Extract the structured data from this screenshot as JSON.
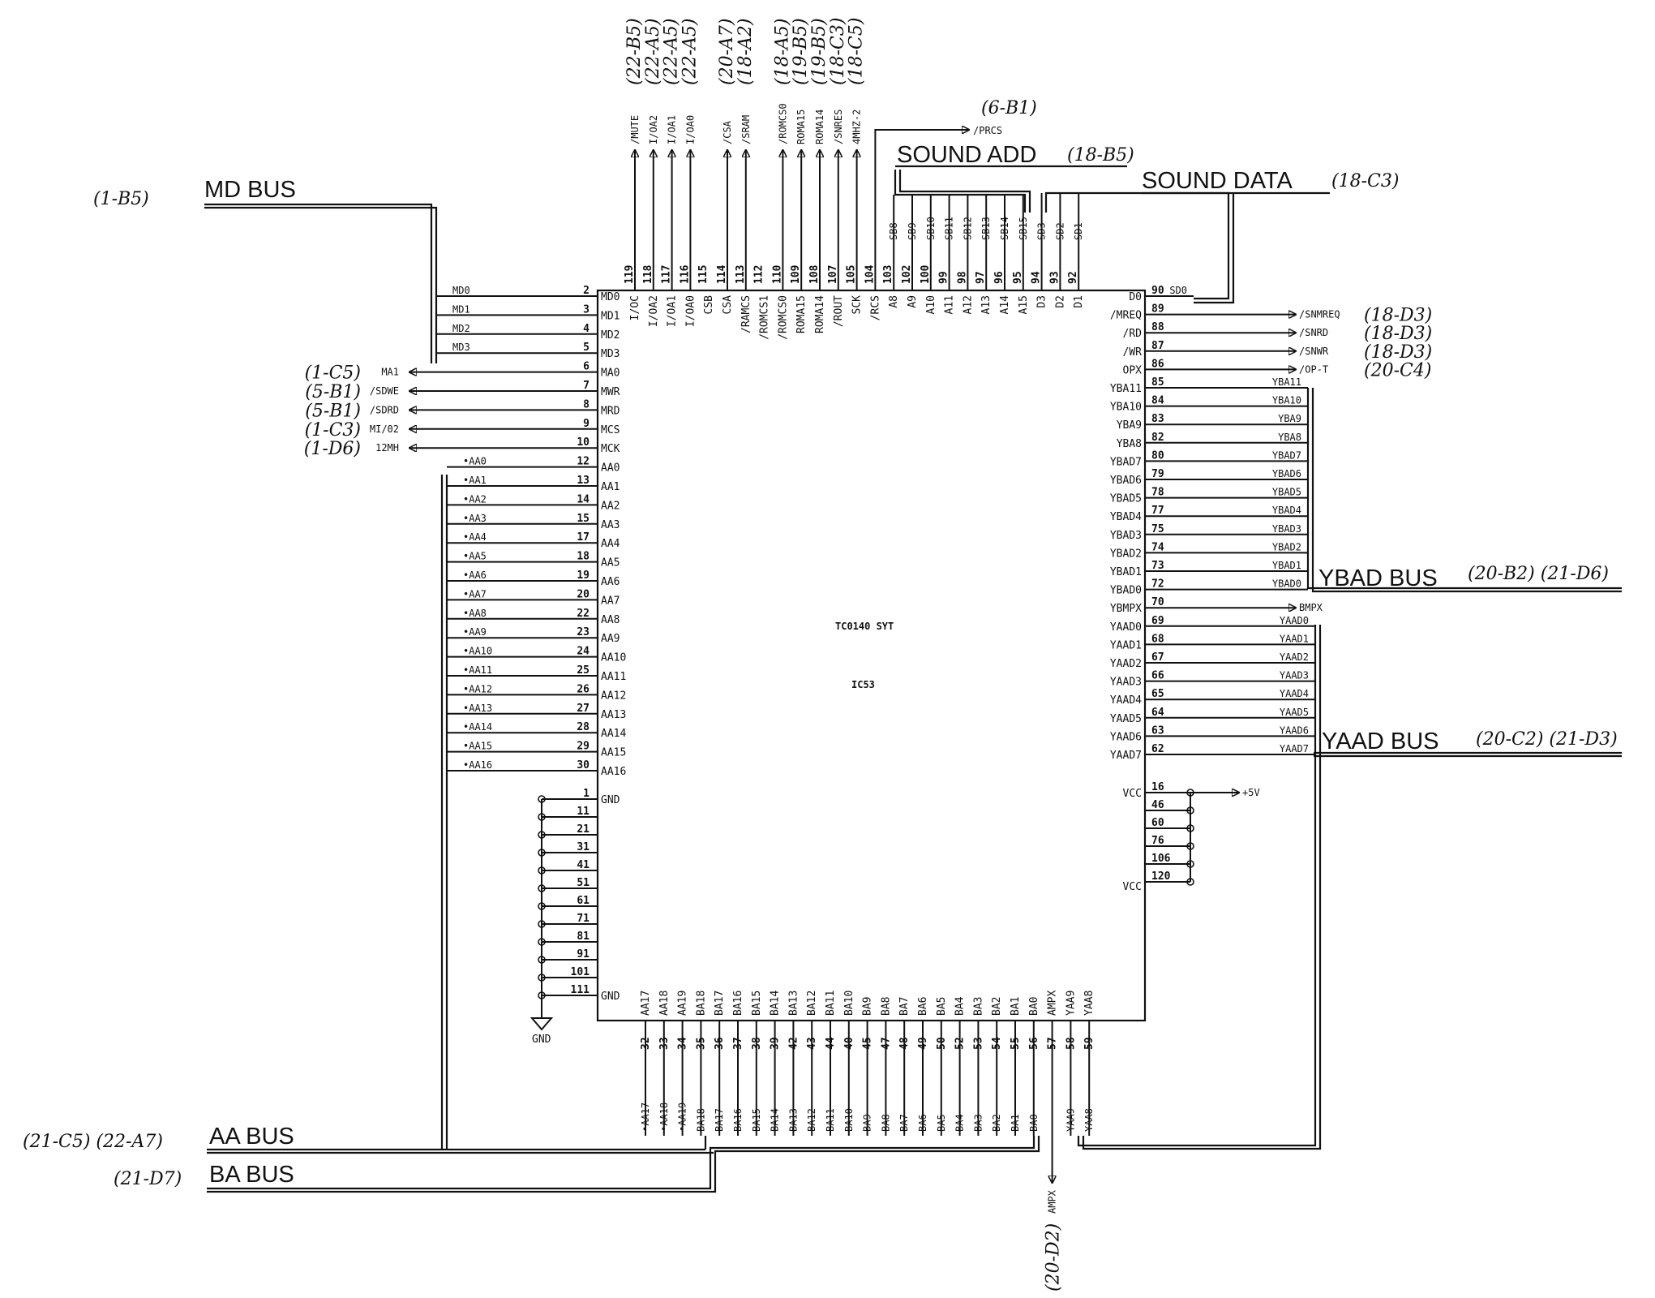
{
  "chip": {
    "part": "TC0140 SYT",
    "ref": "IC53"
  },
  "buses": {
    "md": {
      "name": "MD BUS",
      "ref": "(1-B5)"
    },
    "sound_add": {
      "name": "SOUND ADD",
      "ref": "(18-B5)"
    },
    "sound_data": {
      "name": "SOUND DATA",
      "ref": "(18-C3)"
    },
    "ybad": {
      "name": "YBAD BUS",
      "ref": "(20-B2) (21-D6)"
    },
    "yaad": {
      "name": "YAAD BUS",
      "ref": "(20-C2) (21-D3)"
    },
    "aa": {
      "name": "AA BUS",
      "ref": "(21-C5) (22-A7)"
    },
    "ba": {
      "name": "BA BUS",
      "ref": "(21-D7)"
    }
  },
  "left_pins": [
    {
      "num": "2",
      "name": "MD0",
      "sig": "MD0"
    },
    {
      "num": "3",
      "name": "MD1",
      "sig": "MD1"
    },
    {
      "num": "4",
      "name": "MD2",
      "sig": "MD2"
    },
    {
      "num": "5",
      "name": "MD3",
      "sig": "MD3"
    },
    {
      "num": "6",
      "name": "MA0",
      "sig": "MA1",
      "out": true,
      "ref": "(1-C5)"
    },
    {
      "num": "7",
      "name": "MWR",
      "sig": "/SDWE",
      "out": true,
      "ref": "(5-B1)"
    },
    {
      "num": "8",
      "name": "MRD",
      "sig": "/SDRD",
      "out": true,
      "ref": "(5-B1)"
    },
    {
      "num": "9",
      "name": "MCS",
      "sig": "MI/02",
      "out": true,
      "ref": "(1-C3)"
    },
    {
      "num": "10",
      "name": "MCK",
      "sig": "12MH",
      "out": true,
      "ref": "(1-D6)"
    },
    {
      "num": "12",
      "name": "AA0",
      "sig": "•AA0"
    },
    {
      "num": "13",
      "name": "AA1",
      "sig": "•AA1"
    },
    {
      "num": "14",
      "name": "AA2",
      "sig": "•AA2"
    },
    {
      "num": "15",
      "name": "AA3",
      "sig": "•AA3"
    },
    {
      "num": "17",
      "name": "AA4",
      "sig": "•AA4"
    },
    {
      "num": "18",
      "name": "AA5",
      "sig": "•AA5"
    },
    {
      "num": "19",
      "name": "AA6",
      "sig": "•AA6"
    },
    {
      "num": "20",
      "name": "AA7",
      "sig": "•AA7"
    },
    {
      "num": "22",
      "name": "AA8",
      "sig": "•AA8"
    },
    {
      "num": "23",
      "name": "AA9",
      "sig": "•AA9"
    },
    {
      "num": "24",
      "name": "AA10",
      "sig": "•AA10"
    },
    {
      "num": "25",
      "name": "AA11",
      "sig": "•AA11"
    },
    {
      "num": "26",
      "name": "AA12",
      "sig": "•AA12"
    },
    {
      "num": "27",
      "name": "AA13",
      "sig": "•AA13"
    },
    {
      "num": "28",
      "name": "AA14",
      "sig": "•AA14"
    },
    {
      "num": "29",
      "name": "AA15",
      "sig": "•AA15"
    },
    {
      "num": "30",
      "name": "AA16",
      "sig": "•AA16"
    }
  ],
  "gnd_pins": [
    "1",
    "11",
    "21",
    "31",
    "41",
    "51",
    "61",
    "71",
    "81",
    "91",
    "101",
    "111"
  ],
  "gnd_label": "GND",
  "top_pins": [
    {
      "num": "119",
      "name": "I/OC",
      "sig": "/MUTE",
      "ref": "(22-B5)"
    },
    {
      "num": "118",
      "name": "I/OA2",
      "sig": "I/OA2",
      "ref": "(22-A5)"
    },
    {
      "num": "117",
      "name": "I/OA1",
      "sig": "I/OA1",
      "ref": "(22-A5)"
    },
    {
      "num": "116",
      "name": "I/OA0",
      "sig": "I/OA0",
      "ref": "(22-A5)"
    },
    {
      "num": "115",
      "name": "CSB"
    },
    {
      "num": "114",
      "name": "CSA",
      "sig": "/CSA",
      "ref": "(20-A7)"
    },
    {
      "num": "113",
      "name": "/RAMCS",
      "sig": "/SRAM",
      "ref": "(18-A2)"
    },
    {
      "num": "112",
      "name": "/ROMCS1"
    },
    {
      "num": "110",
      "name": "/ROMCS0",
      "sig": "/ROMCS0",
      "ref": "(18-A5)"
    },
    {
      "num": "109",
      "name": "ROMA15",
      "sig": "ROMA15",
      "ref": "(19-B5)"
    },
    {
      "num": "108",
      "name": "ROMA14",
      "sig": "ROMA14",
      "ref": "(19-B5)"
    },
    {
      "num": "107",
      "name": "/ROUT",
      "sig": "/SNRES",
      "ref": "(18-C3)"
    },
    {
      "num": "105",
      "name": "SCK",
      "sig": "4MHZ-2",
      "ref": "(18-C5)"
    },
    {
      "num": "104",
      "name": "/RCS",
      "sig": "/PRCS",
      "ref": "(6-B1)"
    },
    {
      "num": "103",
      "name": "A8",
      "sig": "SB8"
    },
    {
      "num": "102",
      "name": "A9",
      "sig": "SB9"
    },
    {
      "num": "100",
      "name": "A10",
      "sig": "SB10"
    },
    {
      "num": "99",
      "name": "A11",
      "sig": "SB11"
    },
    {
      "num": "98",
      "name": "A12",
      "sig": "SB12"
    },
    {
      "num": "97",
      "name": "A13",
      "sig": "SB13"
    },
    {
      "num": "96",
      "name": "A14",
      "sig": "SB14"
    },
    {
      "num": "95",
      "name": "A15",
      "sig": "SB15"
    },
    {
      "num": "94",
      "name": "D3",
      "sig": "SD3"
    },
    {
      "num": "93",
      "name": "D2",
      "sig": "SD2"
    },
    {
      "num": "92",
      "name": "D1",
      "sig": "SD1"
    }
  ],
  "right_pins": [
    {
      "num": "90",
      "name": "D0",
      "sig": "SD0"
    },
    {
      "num": "89",
      "name": "/MREQ",
      "sig": "/SNMREQ",
      "out": true,
      "ref": "(18-D3)"
    },
    {
      "num": "88",
      "name": "/RD",
      "sig": "/SNRD",
      "out": true,
      "ref": "(18-D3)"
    },
    {
      "num": "87",
      "name": "/WR",
      "sig": "/SNWR",
      "out": true,
      "ref": "(18-D3)"
    },
    {
      "num": "86",
      "name": "OPX",
      "sig": "/OP-T",
      "out": true,
      "ref": "(20-C4)"
    },
    {
      "num": "85",
      "name": "YBA11",
      "sig": "YBA11"
    },
    {
      "num": "84",
      "name": "YBA10",
      "sig": "YBA10"
    },
    {
      "num": "83",
      "name": "YBA9",
      "sig": "YBA9"
    },
    {
      "num": "82",
      "name": "YBA8",
      "sig": "YBA8"
    },
    {
      "num": "80",
      "name": "YBAD7",
      "sig": "YBAD7"
    },
    {
      "num": "79",
      "name": "YBAD6",
      "sig": "YBAD6"
    },
    {
      "num": "78",
      "name": "YBAD5",
      "sig": "YBAD5"
    },
    {
      "num": "77",
      "name": "YBAD4",
      "sig": "YBAD4"
    },
    {
      "num": "75",
      "name": "YBAD3",
      "sig": "YBAD3"
    },
    {
      "num": "74",
      "name": "YBAD2",
      "sig": "YBAD2"
    },
    {
      "num": "73",
      "name": "YBAD1",
      "sig": "YBAD1"
    },
    {
      "num": "72",
      "name": "YBAD0",
      "sig": "YBAD0"
    },
    {
      "num": "70",
      "name": "YBMPX",
      "sig": "BMPX",
      "out": true
    },
    {
      "num": "69",
      "name": "YAAD0",
      "sig": "YAAD0"
    },
    {
      "num": "68",
      "name": "YAAD1",
      "sig": "YAAD1"
    },
    {
      "num": "67",
      "name": "YAAD2",
      "sig": "YAAD2"
    },
    {
      "num": "66",
      "name": "YAAD3",
      "sig": "YAAD3"
    },
    {
      "num": "65",
      "name": "YAAD4",
      "sig": "YAAD4"
    },
    {
      "num": "64",
      "name": "YAAD5",
      "sig": "YAAD5"
    },
    {
      "num": "63",
      "name": "YAAD6",
      "sig": "YAAD6"
    },
    {
      "num": "62",
      "name": "YAAD7",
      "sig": "YAAD7"
    }
  ],
  "vcc": {
    "label": "VCC",
    "supply": "+5V",
    "pins": [
      "16",
      "46",
      "60",
      "76",
      "106",
      "120"
    ]
  },
  "bottom_pins": [
    {
      "num": "32",
      "name": "AA17",
      "sig": "•AA17"
    },
    {
      "num": "33",
      "name": "AA18",
      "sig": "•AA18"
    },
    {
      "num": "34",
      "name": "AA19",
      "sig": "•AA19"
    },
    {
      "num": "35",
      "name": "BA18",
      "sig": "BA18"
    },
    {
      "num": "36",
      "name": "BA17",
      "sig": "BA17"
    },
    {
      "num": "37",
      "name": "BA16",
      "sig": "BA16"
    },
    {
      "num": "38",
      "name": "BA15",
      "sig": "BA15"
    },
    {
      "num": "39",
      "name": "BA14",
      "sig": "BA14"
    },
    {
      "num": "42",
      "name": "BA13",
      "sig": "BA13"
    },
    {
      "num": "43",
      "name": "BA12",
      "sig": "BA12"
    },
    {
      "num": "44",
      "name": "BA11",
      "sig": "BA11"
    },
    {
      "num": "40",
      "name": "BA10",
      "sig": "BA10"
    },
    {
      "num": "45",
      "name": "BA9",
      "sig": "BA9"
    },
    {
      "num": "47",
      "name": "BA8",
      "sig": "BA8"
    },
    {
      "num": "48",
      "name": "BA7",
      "sig": "BA7"
    },
    {
      "num": "49",
      "name": "BA6",
      "sig": "BA6"
    },
    {
      "num": "50",
      "name": "BA5",
      "sig": "BA5"
    },
    {
      "num": "52",
      "name": "BA4",
      "sig": "BA4"
    },
    {
      "num": "53",
      "name": "BA3",
      "sig": "BA3"
    },
    {
      "num": "54",
      "name": "BA2",
      "sig": "BA2"
    },
    {
      "num": "55",
      "name": "BA1",
      "sig": "BA1"
    },
    {
      "num": "56",
      "name": "BA0",
      "sig": "BA0"
    },
    {
      "num": "57",
      "name": "AMPX",
      "sig": "AMPX",
      "out": true,
      "ref": "(20-D2)"
    },
    {
      "num": "58",
      "name": "YAA9",
      "sig": "YAA9"
    },
    {
      "num": "59",
      "name": "YAA8",
      "sig": "YAA8"
    }
  ]
}
